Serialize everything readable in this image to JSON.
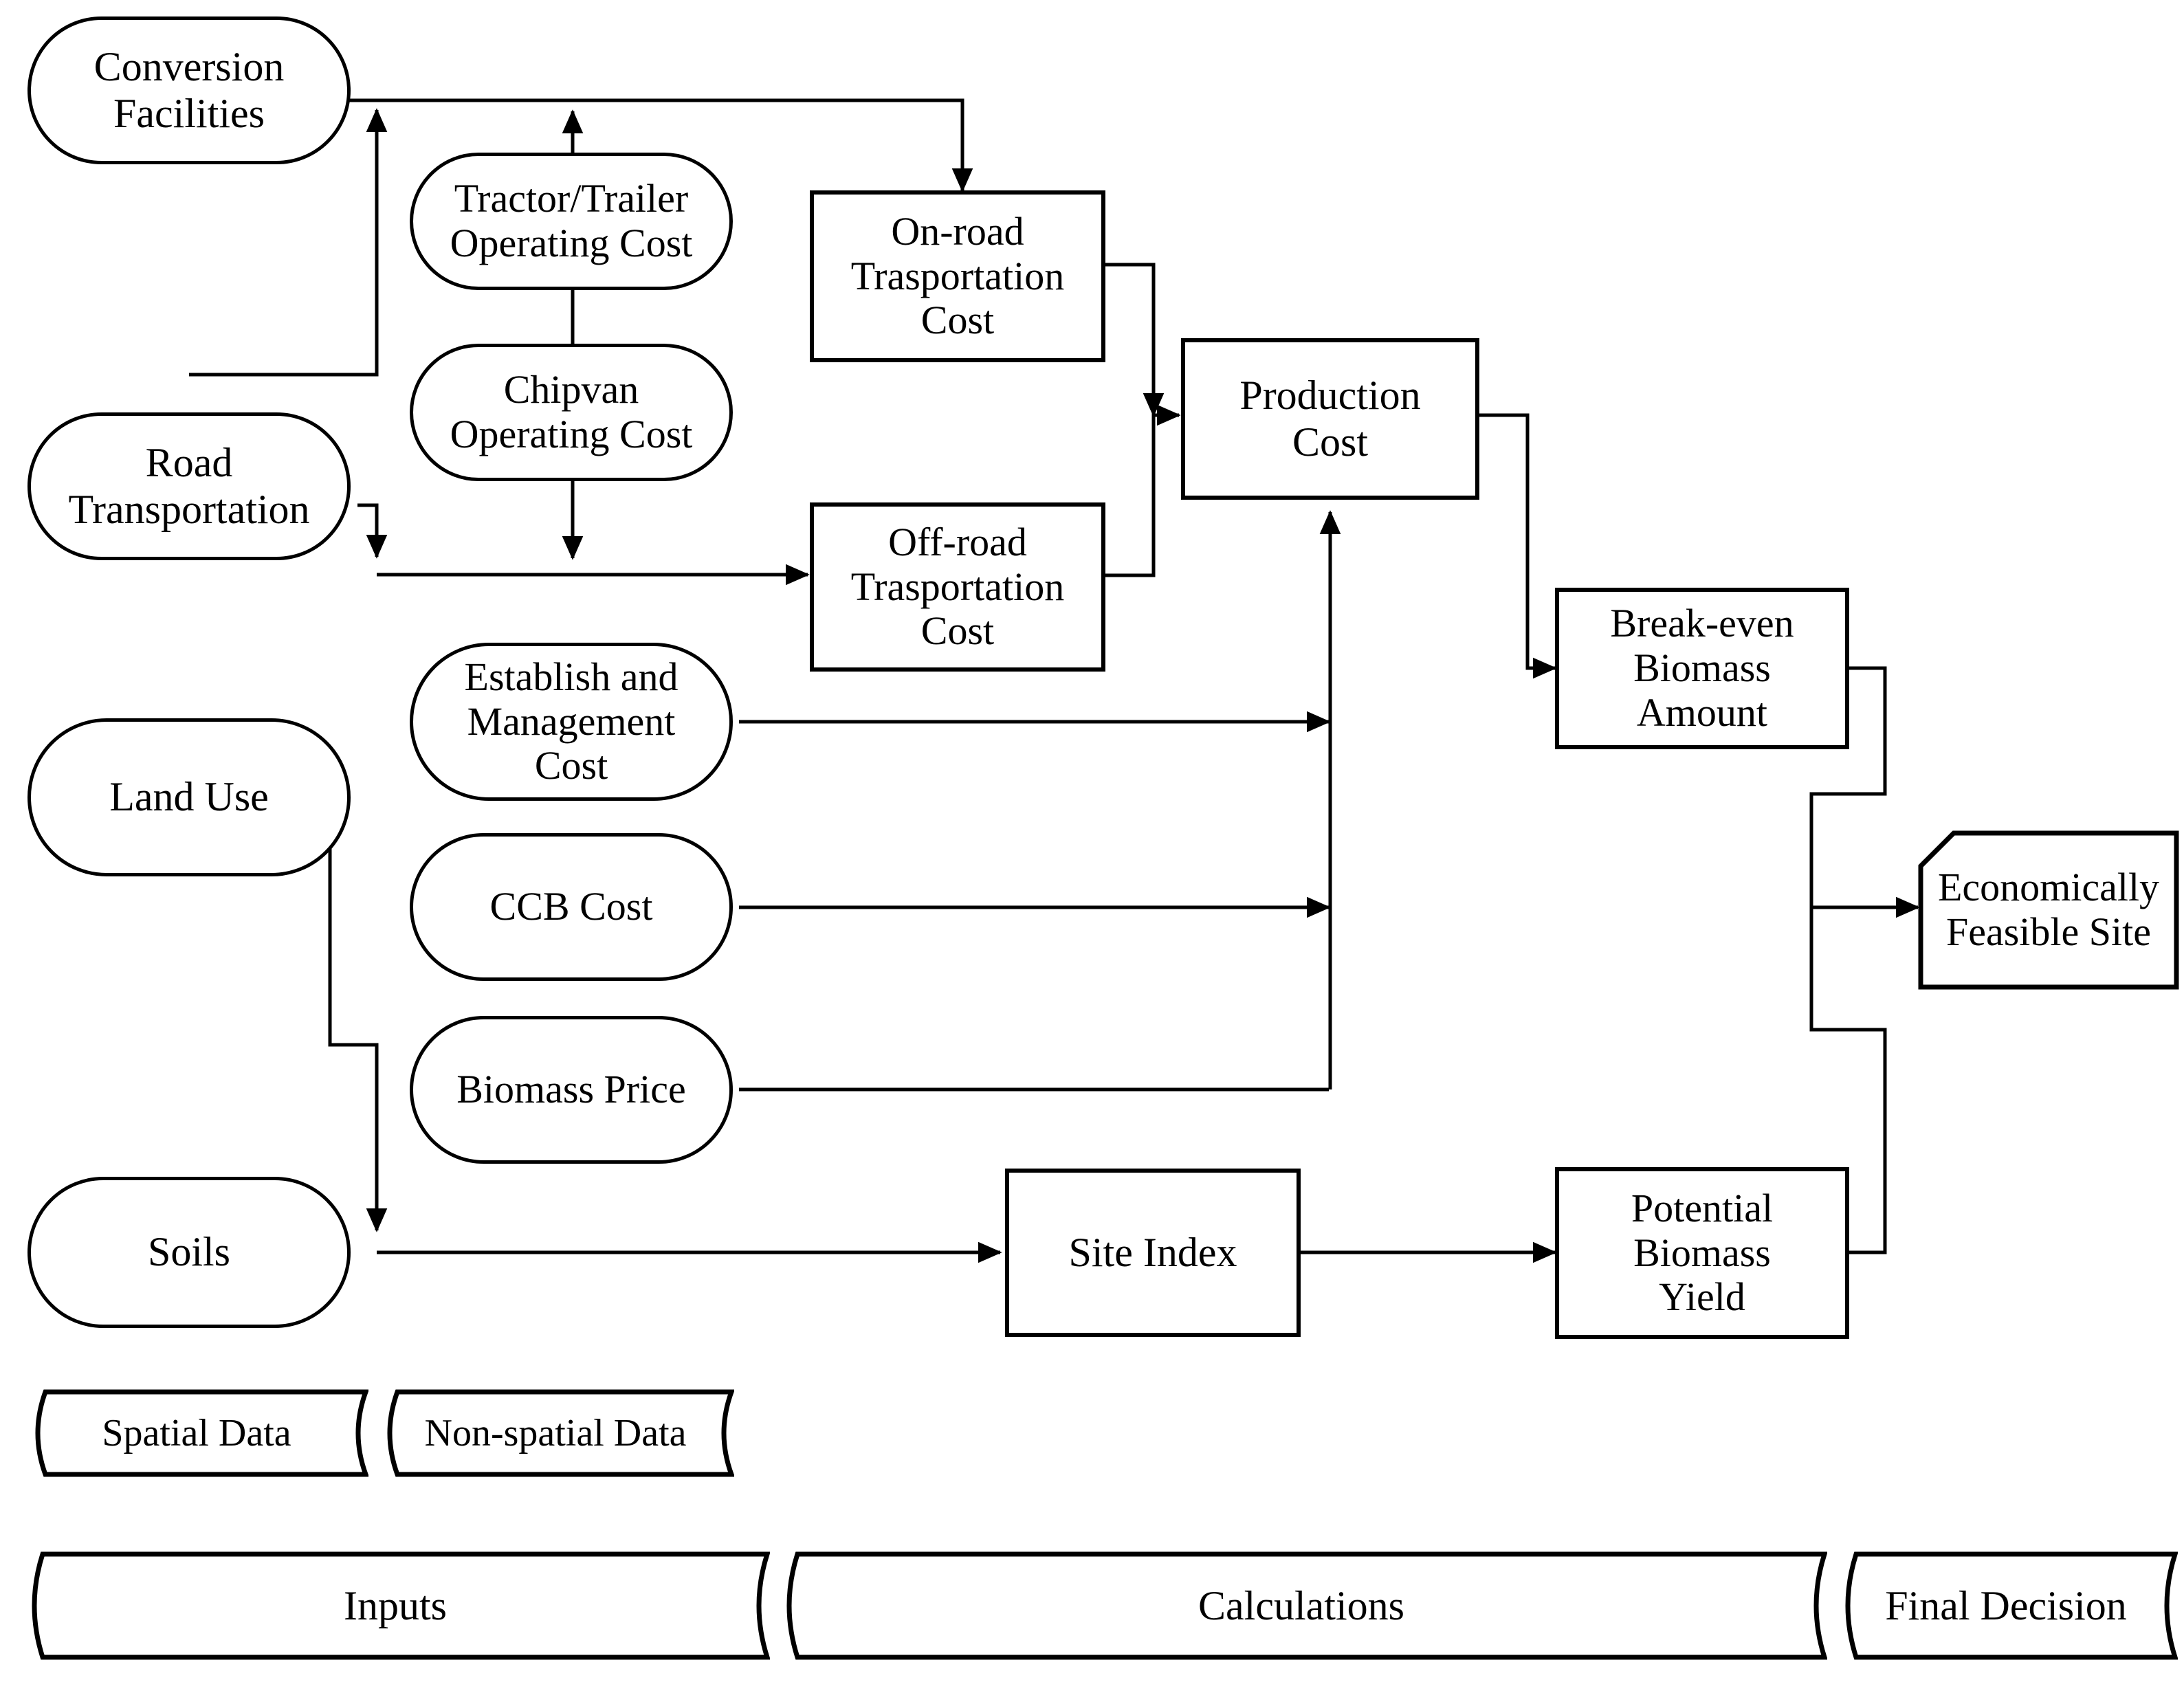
{
  "diagram": {
    "title": "Biomass Economic Feasibility Flowchart",
    "line_color": "#000000",
    "fill_color": "#ffffff"
  },
  "inputs": [
    {
      "id": "conversion-facilities",
      "label": "Conversion\nFacilities",
      "shape": "stadium"
    },
    {
      "id": "road-transportation",
      "label": "Road\nTransportation",
      "shape": "stadium"
    },
    {
      "id": "land-use",
      "label": "Land Use",
      "shape": "stadium"
    },
    {
      "id": "soils",
      "label": "Soils",
      "shape": "stadium"
    }
  ],
  "nonspatial_inputs": [
    {
      "id": "tractor-trailer-operating-cost",
      "label": "Tractor/Trailer\nOperating Cost",
      "shape": "stadium"
    },
    {
      "id": "chipvan-operating-cost",
      "label": "Chipvan\nOperating Cost",
      "shape": "stadium"
    },
    {
      "id": "establish-management-cost",
      "label": "Establish and\nManagement\nCost",
      "shape": "stadium"
    },
    {
      "id": "ccb-cost",
      "label": "CCB Cost",
      "shape": "stadium"
    },
    {
      "id": "biomass-price",
      "label": "Biomass Price",
      "shape": "stadium"
    }
  ],
  "calculations": [
    {
      "id": "on-road-transportation-cost",
      "label": "On-road\nTrasportation\nCost",
      "shape": "rectangle"
    },
    {
      "id": "off-road-transportation-cost",
      "label": "Off-road\nTrasportation\nCost",
      "shape": "rectangle"
    },
    {
      "id": "production-cost",
      "label": "Production\nCost",
      "shape": "rectangle"
    },
    {
      "id": "break-even-biomass-amount",
      "label": "Break-even\nBiomass\nAmount",
      "shape": "rectangle"
    },
    {
      "id": "site-index",
      "label": "Site Index",
      "shape": "rectangle"
    },
    {
      "id": "potential-biomass-yield",
      "label": "Potential\nBiomass\nYield",
      "shape": "rectangle"
    }
  ],
  "final_decision": [
    {
      "id": "economically-feasible-site",
      "label": "Economically\nFeasible Site",
      "shape": "cut-corner-rectangle"
    }
  ],
  "legend": [
    {
      "id": "spatial-data",
      "label": "Spatial Data"
    },
    {
      "id": "non-spatial-data",
      "label": "Non-spatial Data"
    }
  ],
  "phases": [
    {
      "id": "inputs",
      "label": "Inputs"
    },
    {
      "id": "calculations",
      "label": "Calculations"
    },
    {
      "id": "final-decision",
      "label": "Final Decision"
    }
  ],
  "nodes": {
    "conversion_facilities": "Conversion Facilities",
    "conversion_facilities_l1": "Conversion",
    "conversion_facilities_l2": "Facilities",
    "road_transportation_l1": "Road",
    "road_transportation_l2": "Transportation",
    "land_use": "Land Use",
    "soils": "Soils",
    "tractor_trailer_l1": "Tractor/Trailer",
    "tractor_trailer_l2": "Operating Cost",
    "chipvan_l1": "Chipvan",
    "chipvan_l2": "Operating Cost",
    "establish_l1": "Establish and",
    "establish_l2": "Management",
    "establish_l3": "Cost",
    "ccb_cost": "CCB Cost",
    "biomass_price": "Biomass Price",
    "onroad_l1": "On-road",
    "onroad_l2": "Trasportation",
    "onroad_l3": "Cost",
    "offroad_l1": "Off-road",
    "offroad_l2": "Trasportation",
    "offroad_l3": "Cost",
    "production_l1": "Production",
    "production_l2": "Cost",
    "breakeven_l1": "Break-even",
    "breakeven_l2": "Biomass",
    "breakeven_l3": "Amount",
    "site_index": "Site Index",
    "potential_l1": "Potential",
    "potential_l2": "Biomass",
    "potential_l3": "Yield",
    "econ_l1": "Economically",
    "econ_l2": "Feasible Site",
    "spatial_data": "Spatial Data",
    "non_spatial_data": "Non-spatial Data",
    "phase_inputs": "Inputs",
    "phase_calculations": "Calculations",
    "phase_final_decision": "Final Decision"
  },
  "edges": [
    {
      "from": "road-transportation",
      "to": "conversion-facilities"
    },
    {
      "from": "tractor-trailer-operating-cost",
      "to": "on-road-transportation-cost"
    },
    {
      "from": "conversion-facilities",
      "to": "on-road-transportation-cost"
    },
    {
      "from": "road-transportation",
      "to": "off-road-transportation-cost"
    },
    {
      "from": "chipvan-operating-cost",
      "to": "off-road-transportation-cost"
    },
    {
      "from": "on-road-transportation-cost",
      "to": "production-cost"
    },
    {
      "from": "off-road-transportation-cost",
      "to": "production-cost"
    },
    {
      "from": "establish-management-cost",
      "to": "production-cost"
    },
    {
      "from": "ccb-cost",
      "to": "production-cost"
    },
    {
      "from": "biomass-price",
      "to": "production-cost"
    },
    {
      "from": "production-cost",
      "to": "break-even-biomass-amount"
    },
    {
      "from": "land-use",
      "to": "soils"
    },
    {
      "from": "soils",
      "to": "site-index"
    },
    {
      "from": "site-index",
      "to": "potential-biomass-yield"
    },
    {
      "from": "break-even-biomass-amount",
      "to": "economically-feasible-site"
    },
    {
      "from": "potential-biomass-yield",
      "to": "economically-feasible-site"
    }
  ]
}
